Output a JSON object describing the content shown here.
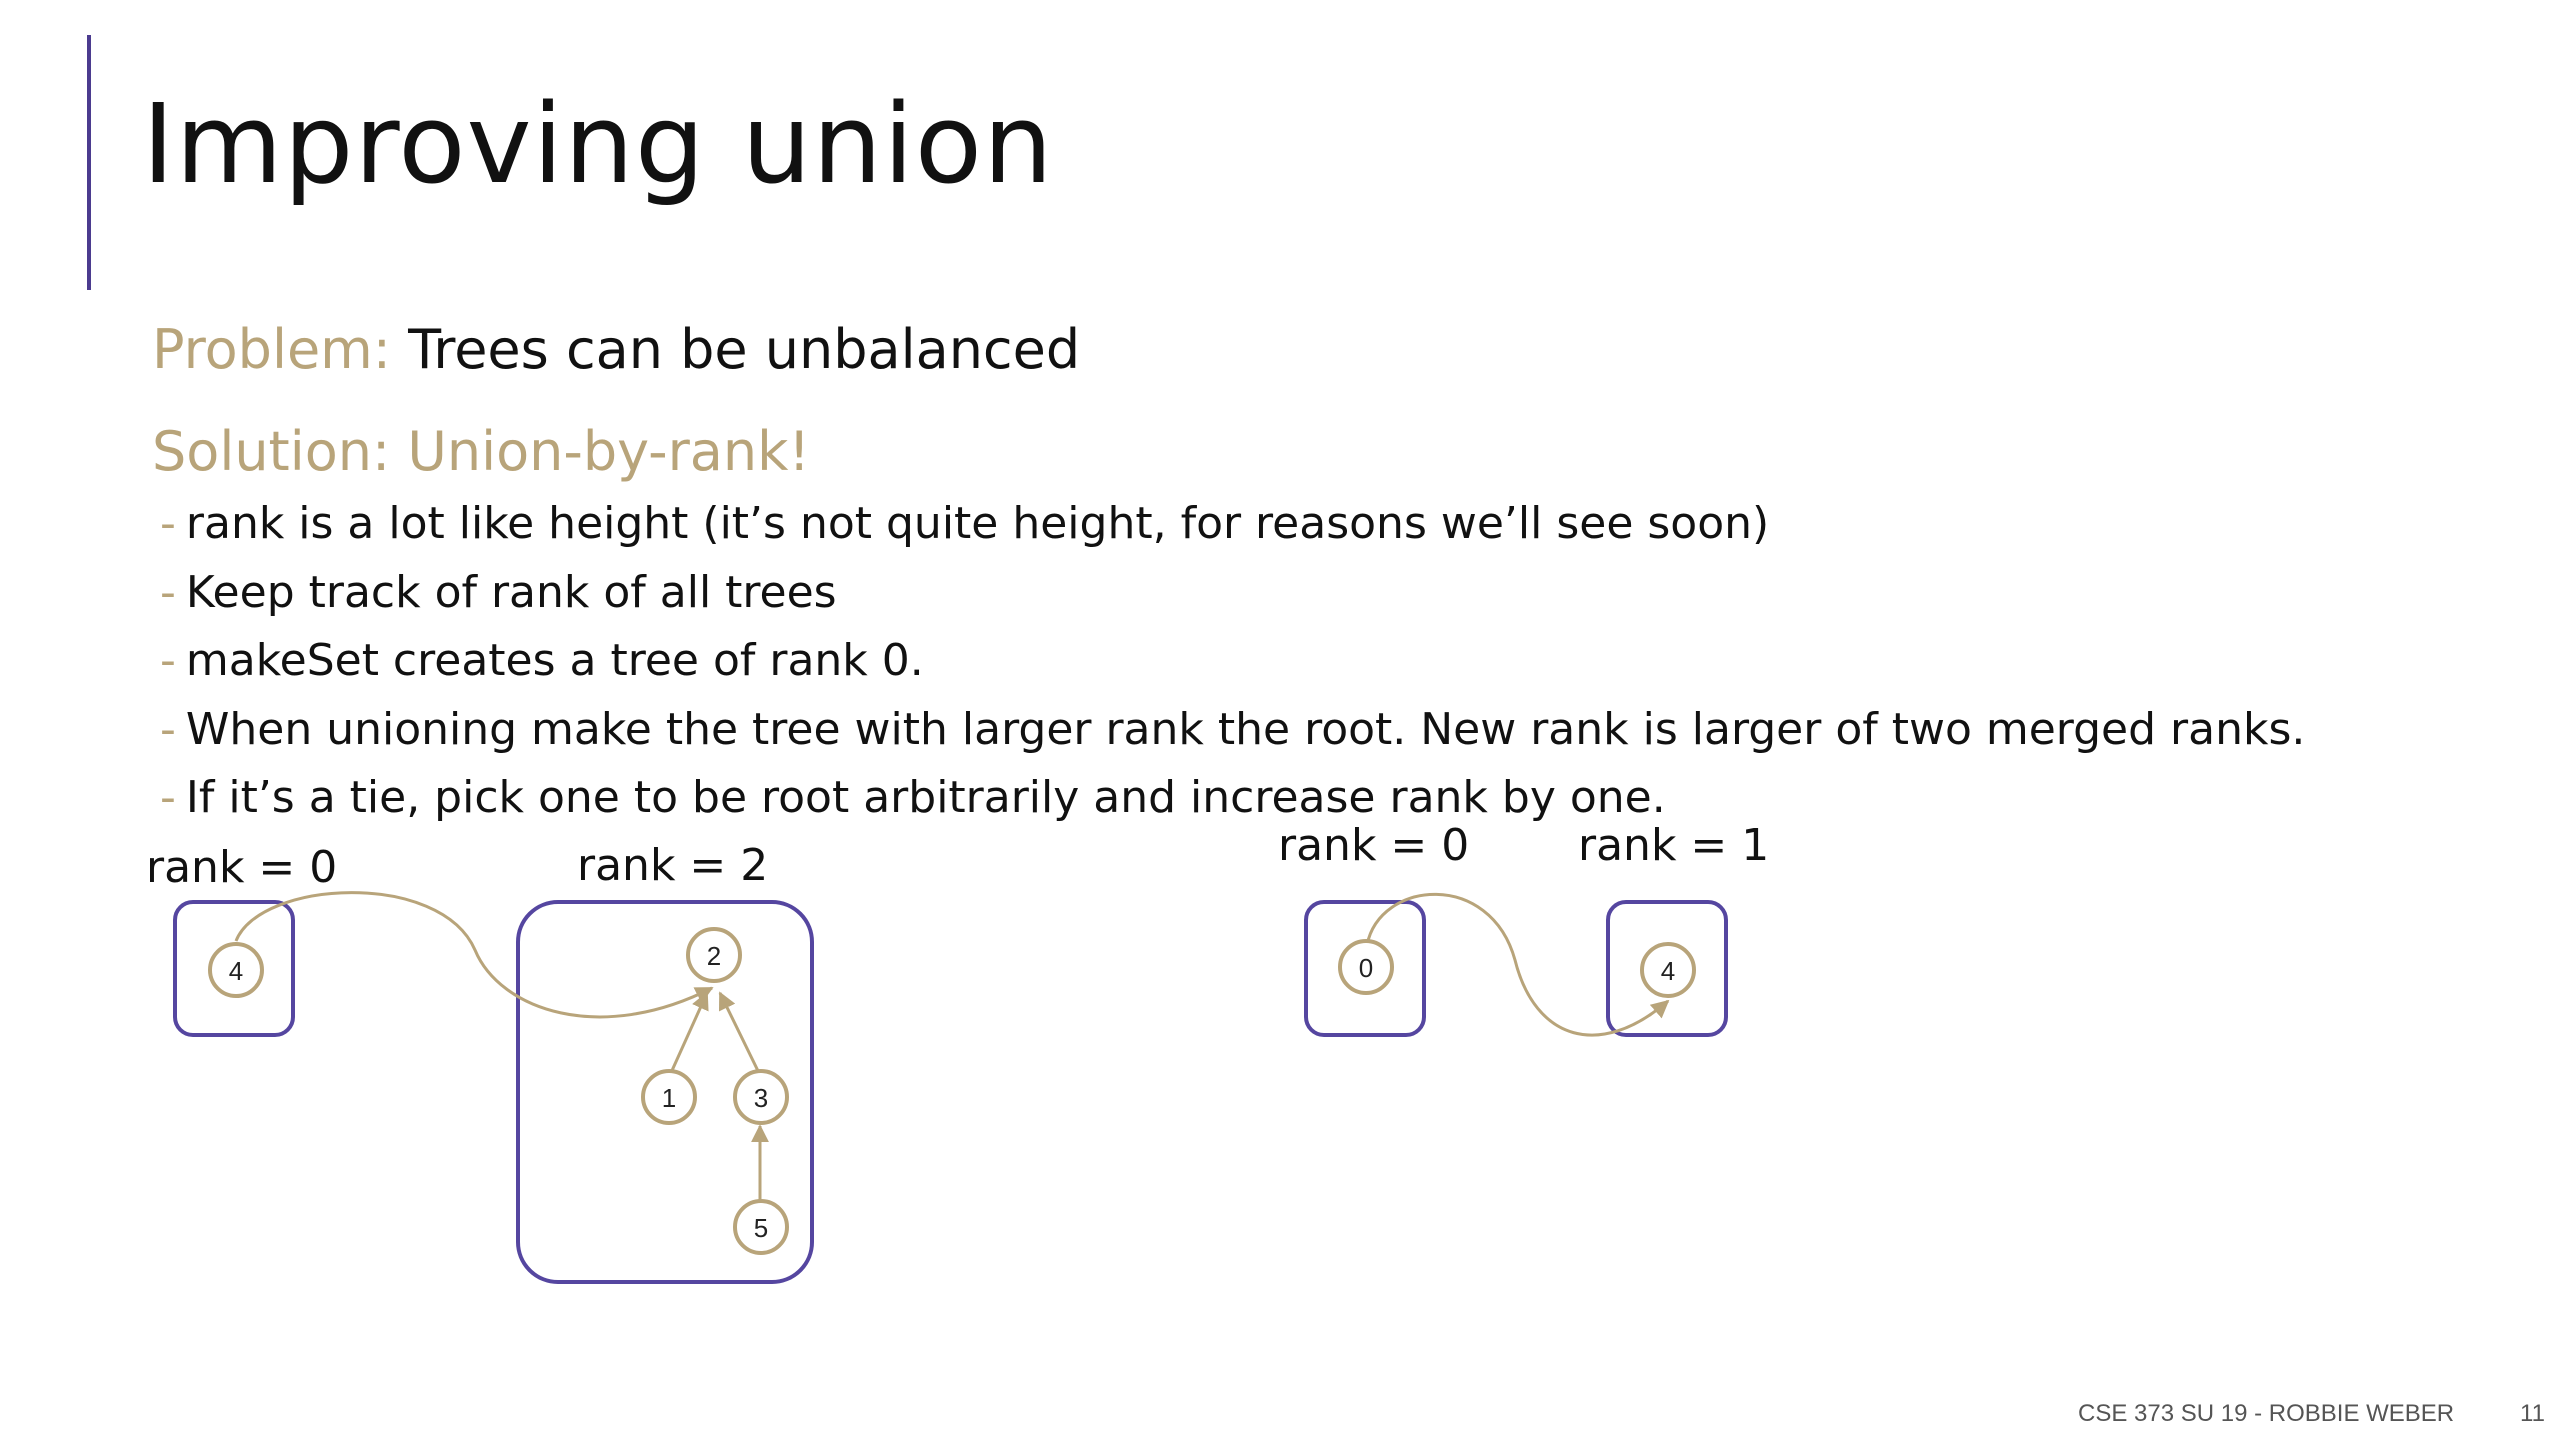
{
  "slide": {
    "title": "Improving union",
    "problem_label": "Problem:",
    "problem_text": "Trees can be unbalanced",
    "solution": "Solution: Union-by-rank!",
    "bullets": [
      "rank is a lot like height (it’s not quite height, for reasons we’ll see soon)",
      "Keep track of rank of all trees",
      "makeSet creates a tree of rank 0.",
      "When unioning make the tree with larger rank the root. New rank is larger of two merged ranks.",
      "If it’s a tie, pick one to be root arbitrarily and increase rank by one."
    ],
    "bullet_marker": "-"
  },
  "diagram": {
    "left": {
      "rank_small": "rank = 0",
      "rank_large": "rank = 2",
      "nodes": {
        "n4": "4",
        "n2": "2",
        "n1": "1",
        "n3": "3",
        "n5": "5"
      }
    },
    "right": {
      "rank_small": "rank = 0",
      "rank_large": "rank = 1",
      "nodes": {
        "n0": "0",
        "n4": "4"
      }
    }
  },
  "footer": {
    "course": "CSE 373 SU 19 - ROBBIE WEBER",
    "page": "11"
  },
  "colors": {
    "accent": "#4b3b8f",
    "gold": "#b8a47a",
    "box": "#5546a0"
  }
}
